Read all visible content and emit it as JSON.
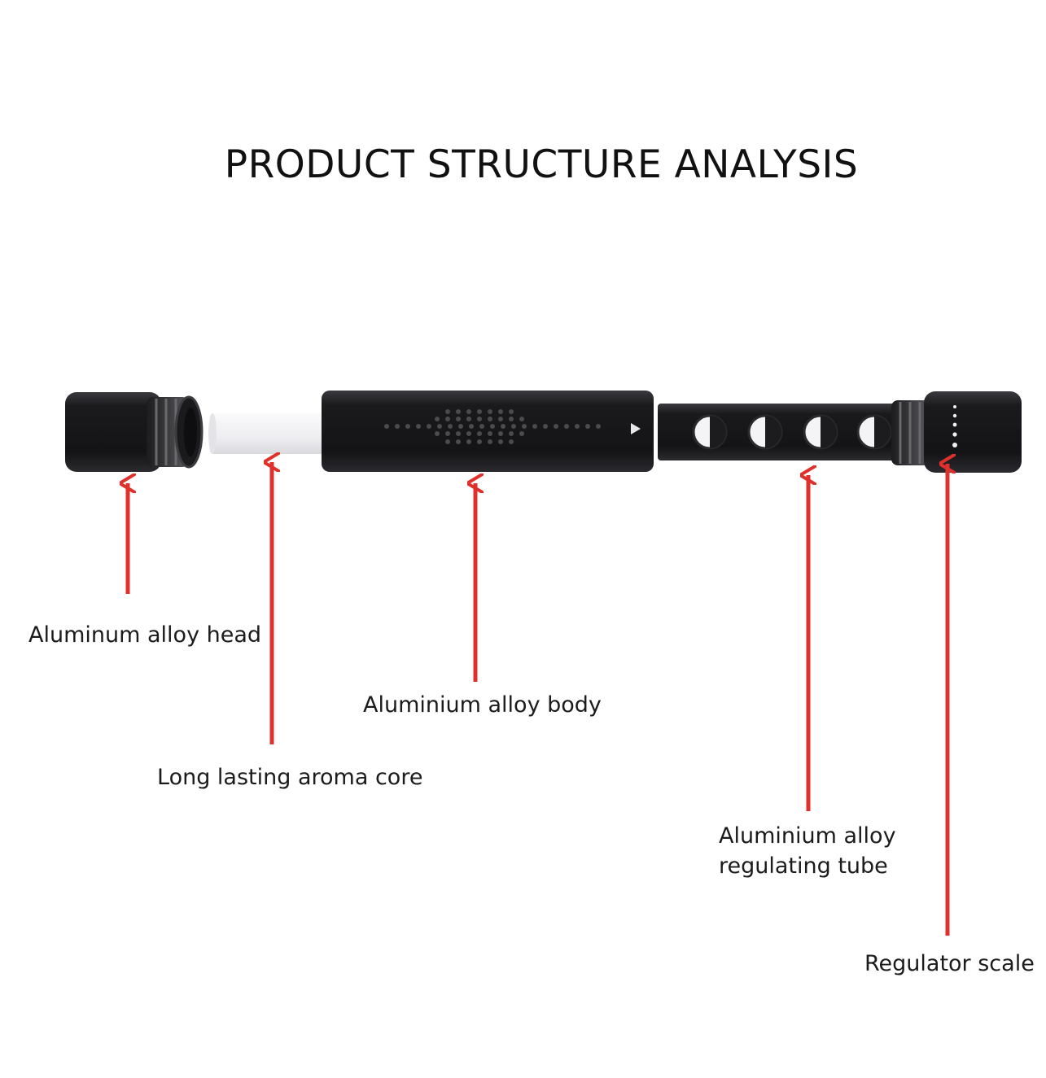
{
  "title": "PRODUCT STRUCTURE ANALYSIS",
  "colors": {
    "background": "#ffffff",
    "arrow": "#e0302b",
    "body_dark": "#1c1c1e",
    "core": "#f2f2f4"
  },
  "labels": {
    "head": "Aluminum alloy head",
    "core": "Long lasting aroma core",
    "body": "Aluminium alloy body",
    "tube_line1": "Aluminium alloy",
    "tube_line2": "regulating tube",
    "scale": "Regulator scale"
  },
  "icons": {
    "arrows": "up-arrow",
    "direction_marker": "play-triangle-icon"
  }
}
